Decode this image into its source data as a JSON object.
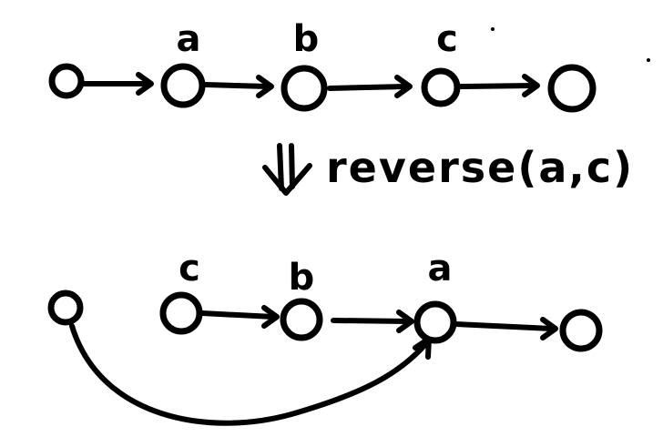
{
  "diagram": {
    "ink_color": "#000000",
    "background_color": "#ffffff",
    "transform_icon": "double-down-arrow-icon",
    "operation_label": "reverse(a,c)",
    "before": {
      "labels": {
        "n1": "a",
        "n2": "b",
        "n3": "c"
      }
    },
    "after": {
      "labels": {
        "n1": "c",
        "n2": "b",
        "n3": "a"
      }
    }
  }
}
